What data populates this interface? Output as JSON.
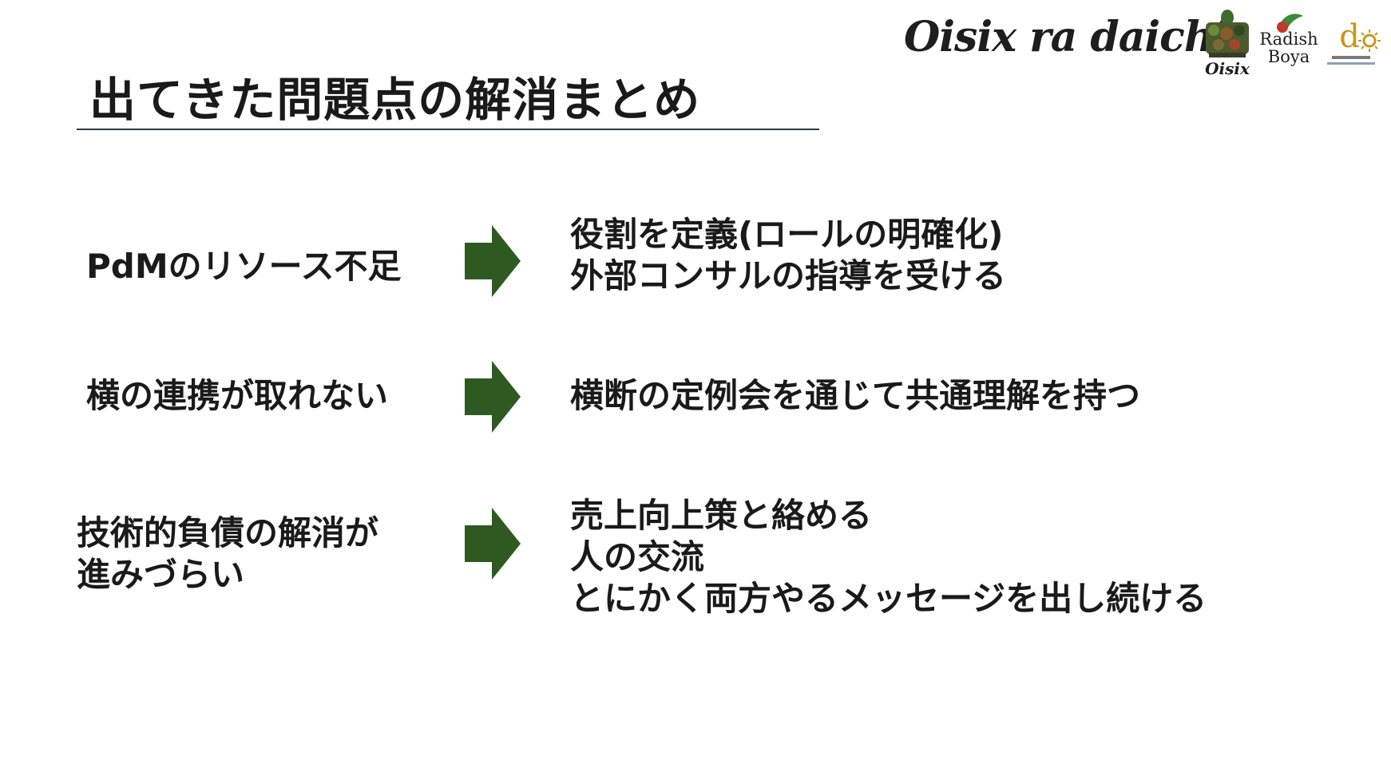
{
  "slide": {
    "title": "出てきた問題点の解消まとめ"
  },
  "branding": {
    "wordmark": "Oisix ra daichi",
    "oisix_label": "Oisix",
    "radish_label": "Radish\nBoya",
    "daichi_label": "d",
    "arrow_color": "#2e5a22",
    "accent_red": "#c0392b",
    "accent_gold": "#c8961e"
  },
  "rows": [
    {
      "problem": "PdMのリソース不足",
      "solutions": [
        "役割を定義(ロールの明確化)",
        "外部コンサルの指導を受ける"
      ]
    },
    {
      "problem": "横の連携が取れない",
      "solutions": [
        "横断の定例会を通じて共通理解を持つ"
      ]
    },
    {
      "problem_lines": [
        "技術的負債の解消が",
        "進みづらい"
      ],
      "solutions": [
        "売上向上策と絡める",
        "人の交流",
        "とにかく両方やるメッセージを出し続ける"
      ]
    }
  ]
}
